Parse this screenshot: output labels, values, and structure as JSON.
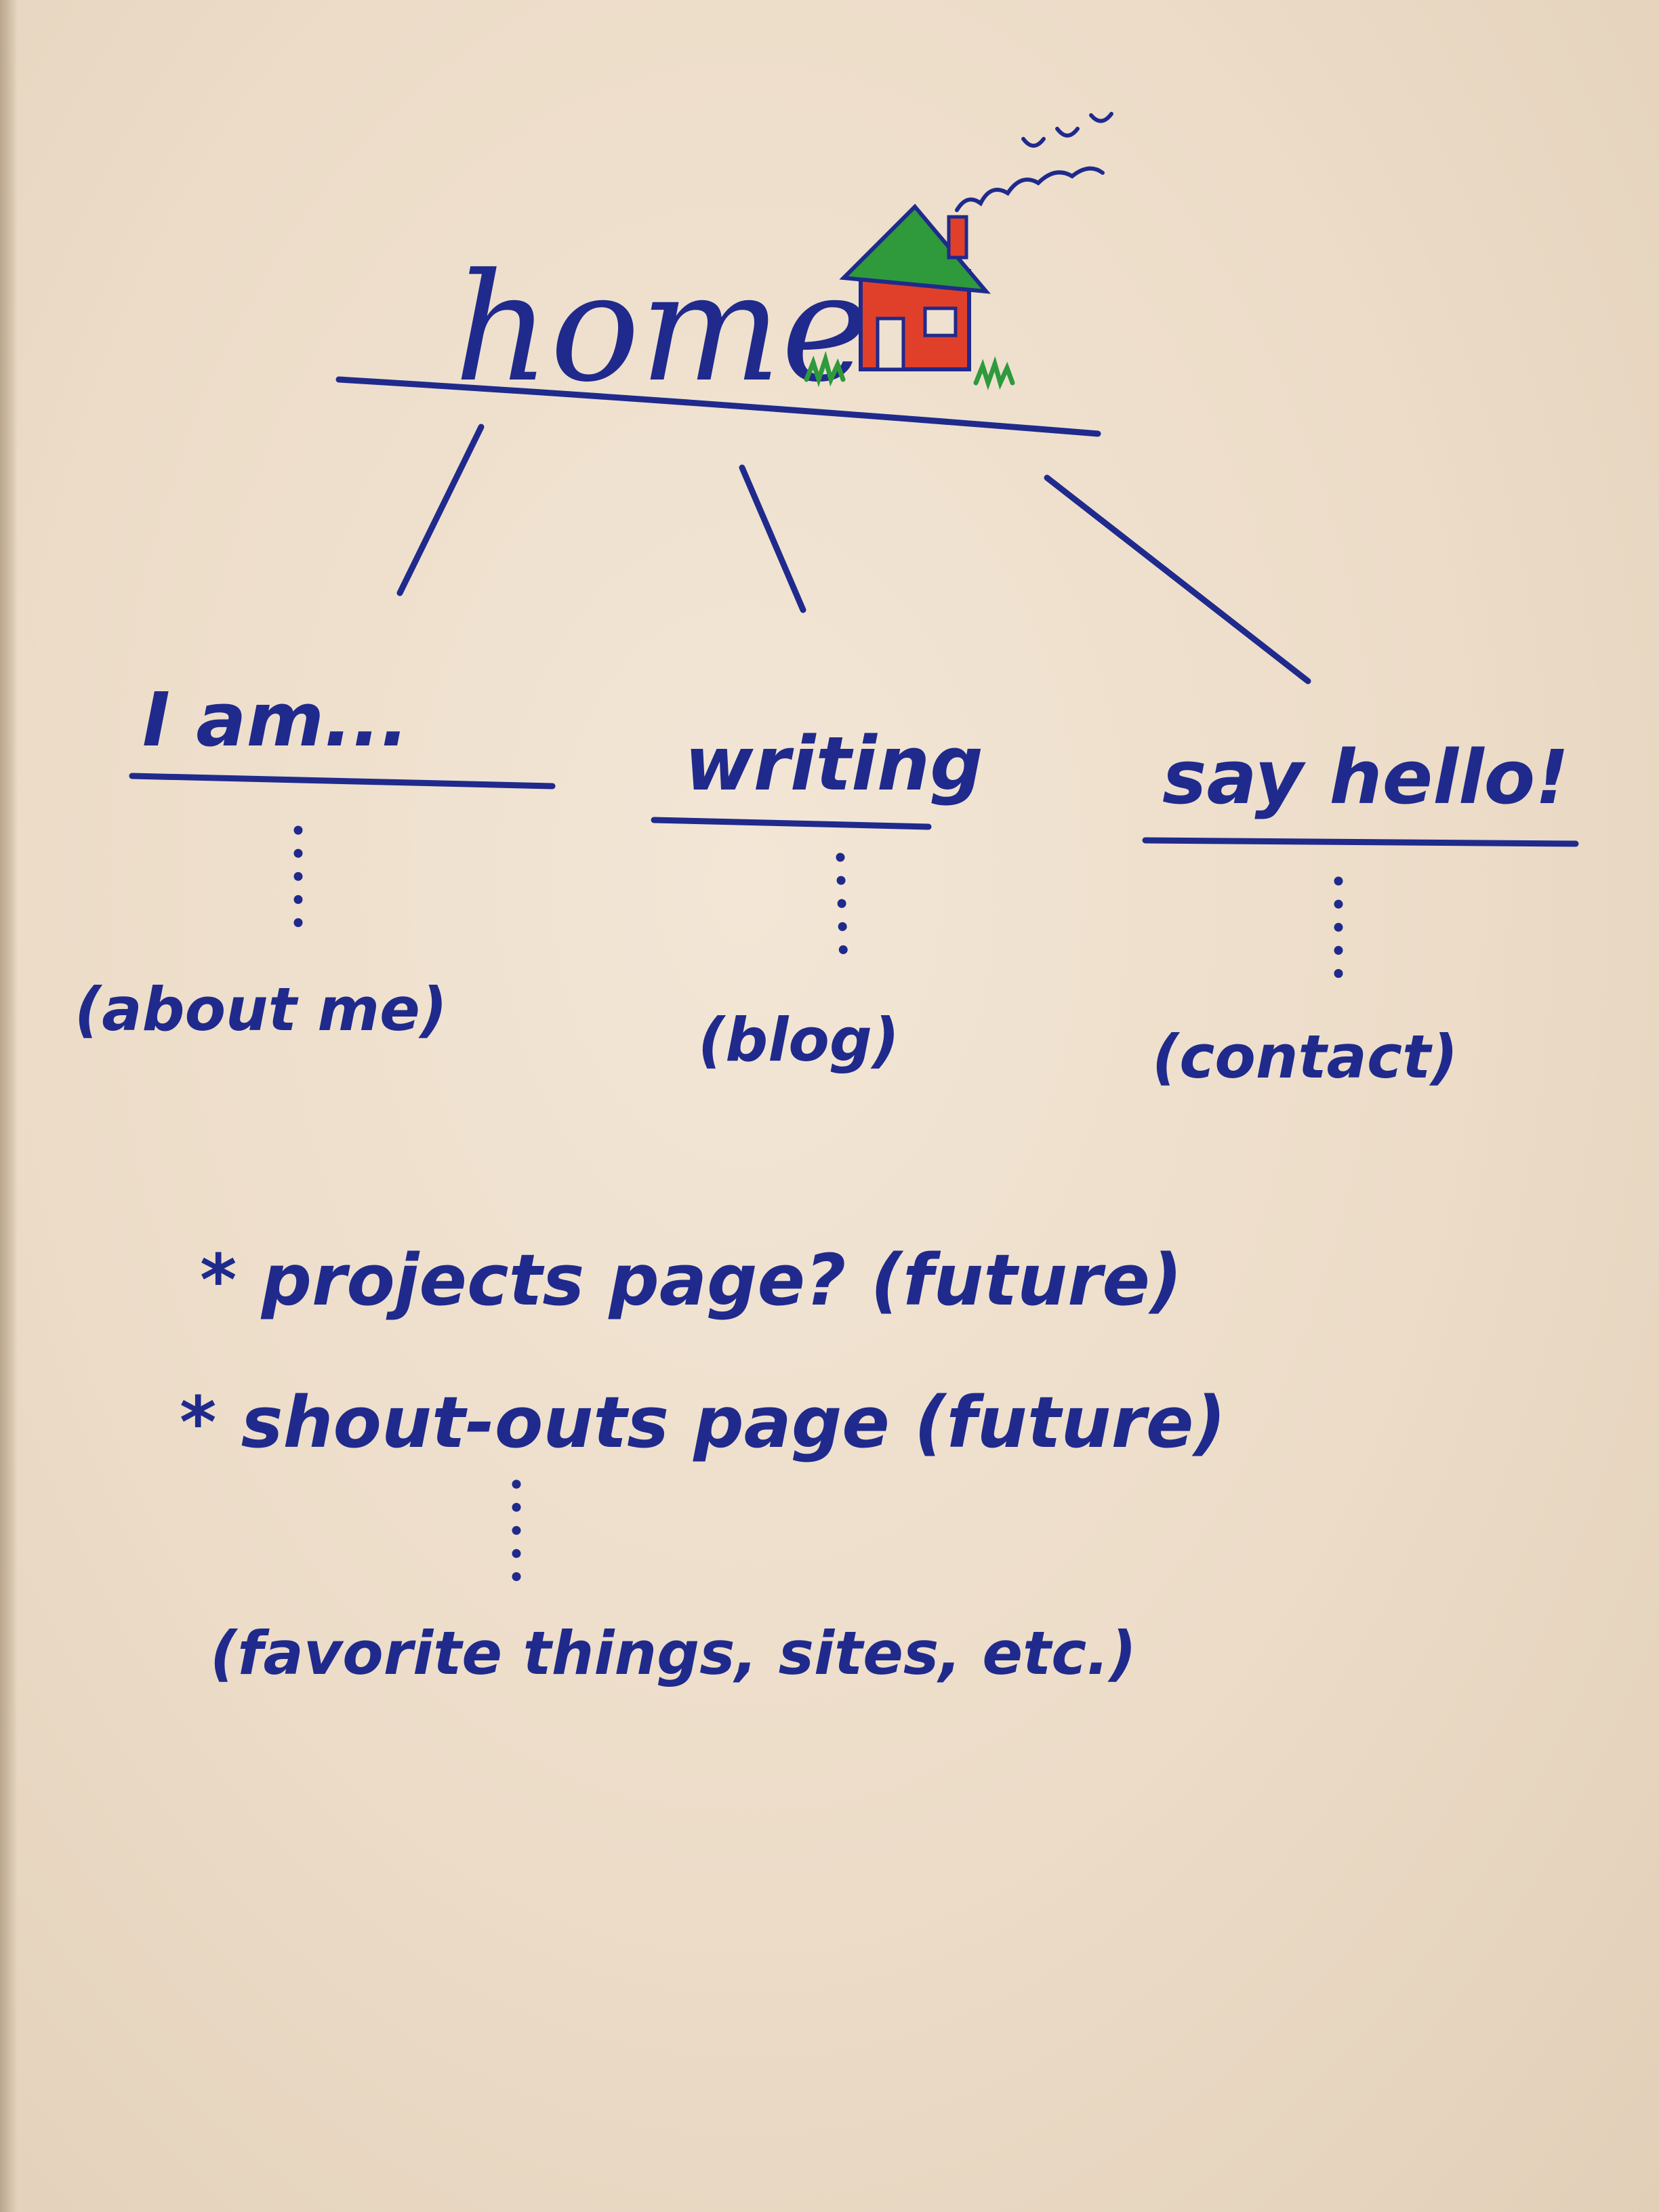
{
  "root": {
    "label": "home"
  },
  "branches": [
    {
      "label": "I am...",
      "sublabel": "(about me)"
    },
    {
      "label": "writing",
      "sublabel": "(blog)"
    },
    {
      "label": "say hello!",
      "sublabel": "(contact)"
    }
  ],
  "future_pages": [
    {
      "label": "* projects page? (future)"
    },
    {
      "label": "* shout-outs page (future)",
      "sublabel": "(favorite things, sites, etc.)"
    }
  ],
  "colors": {
    "ink": "#1f2a8c",
    "house_roof": "#2e9a3c",
    "house_wall": "#e0402a",
    "grass": "#2e9a3c",
    "paper": "#efe1cf"
  },
  "icons": {
    "house": "house-with-smoke-icon"
  }
}
